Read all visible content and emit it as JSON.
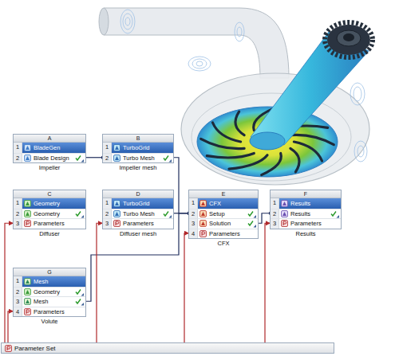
{
  "diagram": {
    "nodes": [
      {
        "text": [
          "A",
          "Impeller"
        ]
      },
      {
        "text": [
          "1",
          "BladeGen"
        ],
        "in": 0
      },
      {
        "text": [
          "2",
          "Blade Design"
        ],
        "in": 0
      },
      {
        "text": [
          "B",
          "Impeller mesh"
        ]
      },
      {
        "text": [
          "1",
          "TurboGrid"
        ],
        "in": 3
      },
      {
        "text": [
          "2",
          "Turbo Mesh"
        ],
        "in": 3
      },
      {
        "text": [
          "C",
          "Diffuser"
        ]
      },
      {
        "text": [
          "1",
          "Geometry"
        ],
        "in": 6
      },
      {
        "text": [
          "2",
          "Geometry"
        ],
        "in": 6
      },
      {
        "text": [
          "3",
          "Parameters"
        ],
        "in": 6
      },
      {
        "text": [
          "D",
          "Diffuser mesh"
        ]
      },
      {
        "text": [
          "1",
          "TurboGrid"
        ],
        "in": 10
      },
      {
        "text": [
          "2",
          "Turbo Mesh"
        ],
        "in": 10
      },
      {
        "text": [
          "3",
          "Parameters"
        ],
        "in": 10
      },
      {
        "text": [
          "E",
          "CFX"
        ]
      },
      {
        "text": [
          "1",
          "CFX"
        ],
        "in": 14
      },
      {
        "text": [
          "2",
          "Setup"
        ],
        "in": 14
      },
      {
        "text": [
          "3",
          "Solution"
        ],
        "in": 14
      },
      {
        "text": [
          "4",
          "Parameters"
        ],
        "in": 14
      },
      {
        "text": [
          "F",
          "Results"
        ]
      },
      {
        "text": [
          "1",
          "Results"
        ],
        "in": 19
      },
      {
        "text": [
          "2",
          "Results"
        ],
        "in": 19
      },
      {
        "text": [
          "3",
          "Parameters"
        ],
        "in": 19
      },
      {
        "text": [
          "G",
          "Volute"
        ]
      },
      {
        "text": [
          "1",
          "Mesh"
        ],
        "in": 23
      },
      {
        "text": [
          "2",
          "Geometry"
        ],
        "in": 23
      },
      {
        "text": [
          "3",
          "Mesh"
        ],
        "in": 23
      },
      {
        "text": [
          "4",
          "Parameters"
        ],
        "in": 23
      },
      {
        "text": [
          "Parameter Set"
        ]
      }
    ],
    "edges": [
      {
        "from": 2,
        "to": 5,
        "arrow": "to"
      },
      {
        "from": 5,
        "to": 16,
        "arrow": "to"
      },
      {
        "from": 12,
        "to": 16,
        "arrow": "to"
      },
      {
        "from": 26,
        "to": 16,
        "arrow": "to"
      },
      {
        "from": 17,
        "to": 21,
        "arrow": "to"
      },
      {
        "from": 28,
        "to": 9,
        "arrow": "to"
      },
      {
        "from": 28,
        "to": 13,
        "arrow": "to"
      },
      {
        "from": 28,
        "to": 18,
        "arrow": "to"
      },
      {
        "from": 28,
        "to": 22,
        "arrow": "to"
      },
      {
        "from": 28,
        "to": 27,
        "arrow": "to"
      }
    ]
  }
}
